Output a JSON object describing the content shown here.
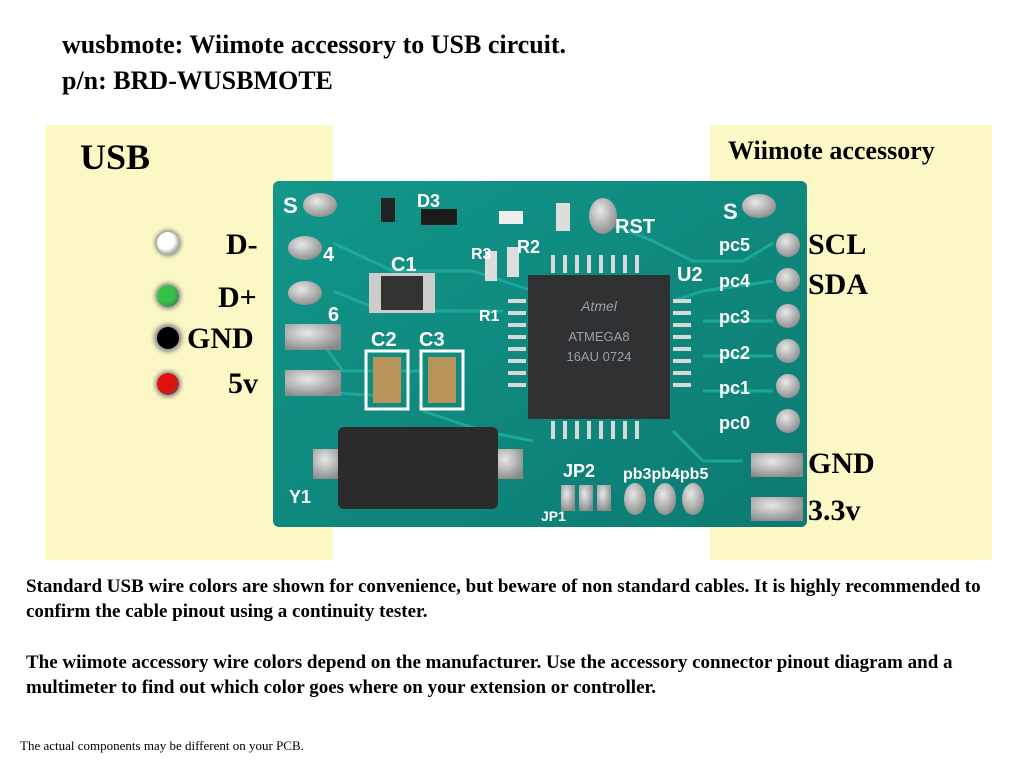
{
  "title": "wusbmote: Wiimote accessory to USB circuit.",
  "part_number": "p/n: BRD-WUSBMOTE",
  "usb": {
    "heading": "USB",
    "pins": [
      {
        "label": "D-",
        "color": "#ffffff"
      },
      {
        "label": "D+",
        "color": "#35c046"
      },
      {
        "label": "GND",
        "color": "#000000"
      },
      {
        "label": "5v",
        "color": "#e01010"
      }
    ]
  },
  "accessory": {
    "heading": "Wiimote accessory",
    "pins": [
      "SCL",
      "SDA",
      "GND",
      "3.3v"
    ]
  },
  "pcb": {
    "silkscreen": {
      "s_left": "S",
      "s_right": "S",
      "n1": "4",
      "n2": "6",
      "d3": "D3",
      "rst": "RST",
      "c1": "C1",
      "c2": "C2",
      "c3": "C3",
      "r1": "R1",
      "r2": "R2",
      "r3": "R3",
      "u2": "U2",
      "y1": "Y1",
      "jp1": "JP1",
      "jp2": "JP2",
      "pb": "pb3pb4pb5",
      "pc5": "pc5",
      "pc4": "pc4",
      "pc3": "pc3",
      "pc2": "pc2",
      "pc1": "pc1",
      "pc0": "pc0",
      "chip_brand": "Atmel",
      "chip_model": "ATMEGA8",
      "chip_code": "16AU 0724"
    }
  },
  "notes": [
    "Standard USB wire colors are shown for convenience, but beware of non standard cables. It is highly recommended to confirm the cable pinout using a continuity tester.",
    "The wiimote accessory wire colors depend on the manufacturer. Use the accessory connector pinout diagram and a multimeter to find out which color goes where on your extension or controller."
  ],
  "footnote": "The actual components may be different on your PCB.",
  "colors": {
    "panel": "#fbf8c5",
    "pcb": "#0f8a80",
    "silkscreen": "#ffffff"
  }
}
